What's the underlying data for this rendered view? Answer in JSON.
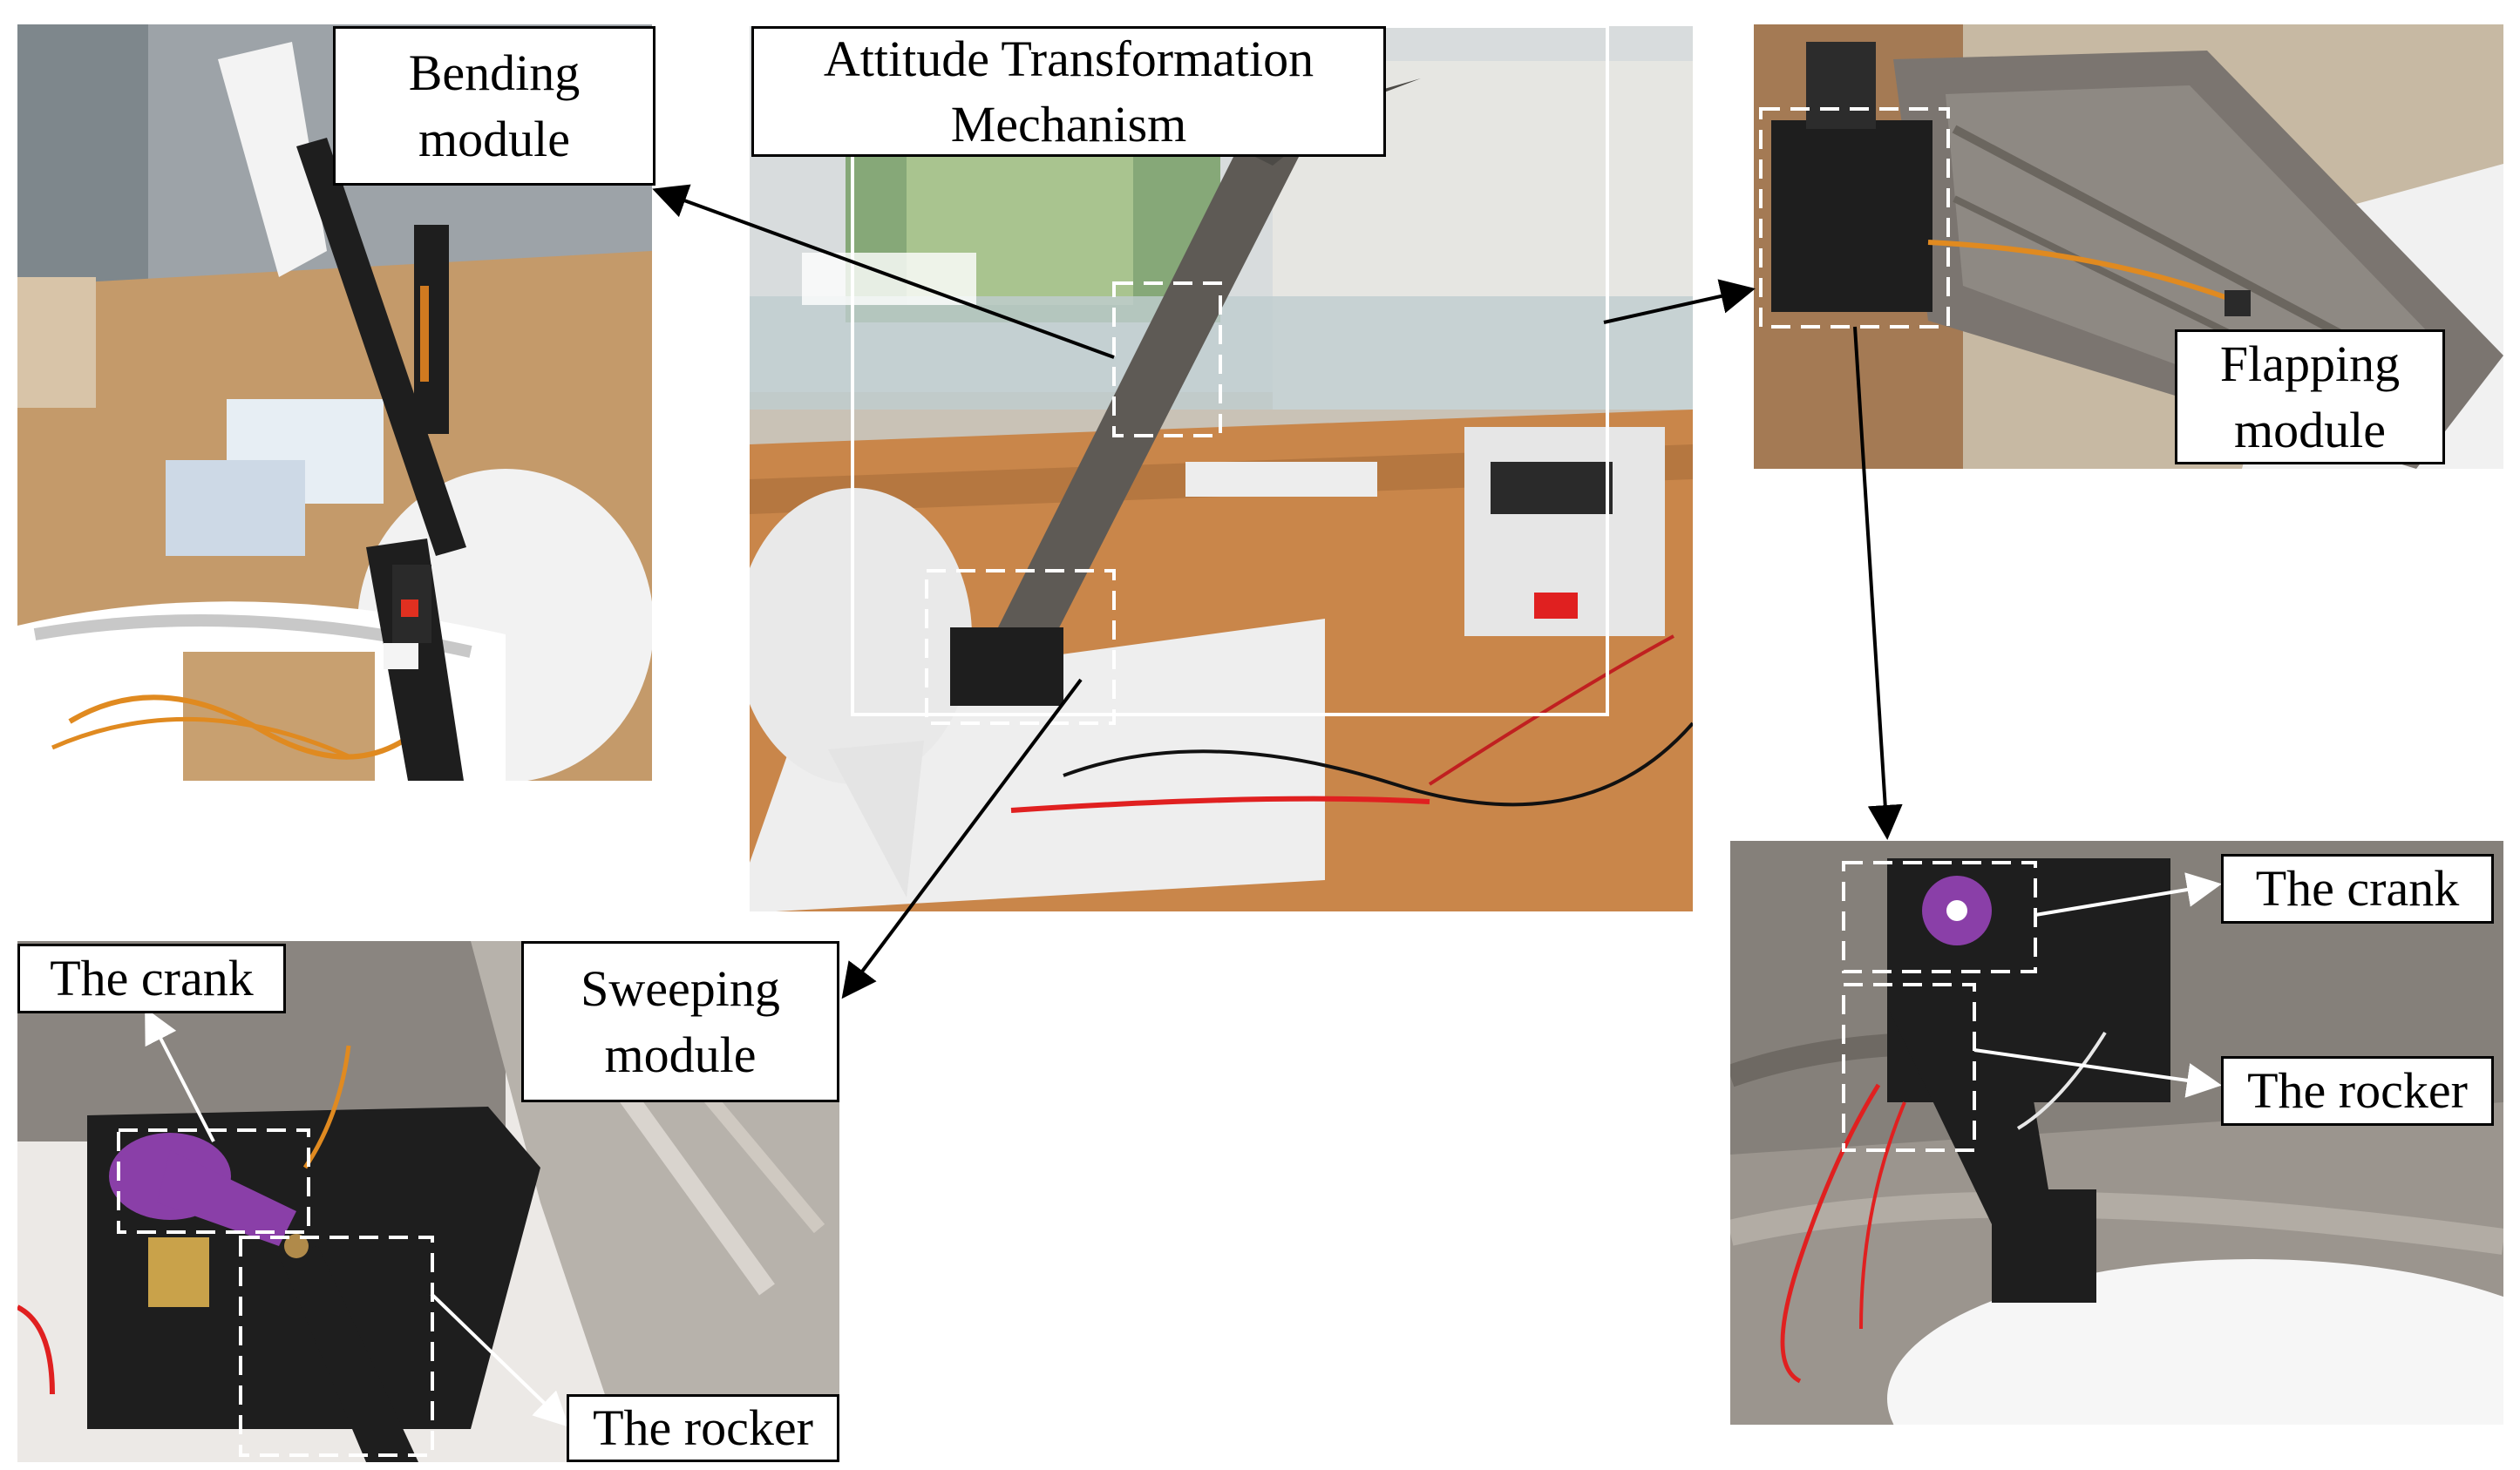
{
  "labels": {
    "bending": [
      "Bending",
      "module"
    ],
    "attitude": [
      "Attitude Transformation",
      "Mechanism"
    ],
    "flapping": [
      "Flapping",
      "module"
    ],
    "sweeping": [
      "Sweeping",
      "module"
    ],
    "crank_left": "The crank",
    "rocker_left": "The rocker",
    "crank_right": "The crank",
    "rocker_right": "The rocker"
  },
  "colors": {
    "carbon": "#1e1e1e",
    "feather": "#5e5a55",
    "purple_crank": "#8a3fa8",
    "desk_wood": "#c9864a",
    "foam": "#eeeeee",
    "wire_red": "#e02020",
    "wire_orange": "#e08a20"
  }
}
